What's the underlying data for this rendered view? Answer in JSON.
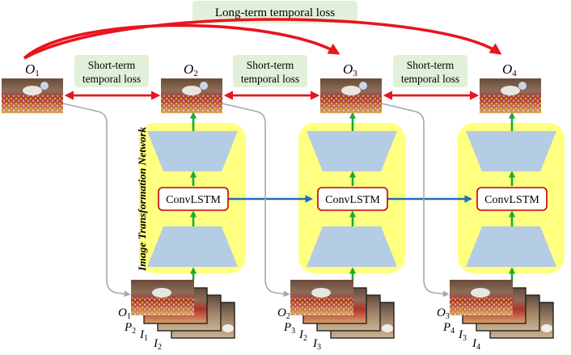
{
  "colors": {
    "background": "#ffffff",
    "loss_box": "#e2efd9",
    "panel": "#ffff80",
    "trapezoid": "#b4cce4",
    "red_arrow": "#e8141e",
    "green_arrow": "#1aaa3a",
    "blue_arrow": "#1f6fb4",
    "gray_line": "#a8a8a8",
    "convlstm_border": "#c00000"
  },
  "long_term_loss": "Long-term temporal loss",
  "short_term_loss": {
    "line1": "Short-term",
    "line2": "temporal loss"
  },
  "network_label": "Image Transformation Network",
  "block_label": "ConvLSTM",
  "outputs": [
    {
      "base": "O",
      "sub": "1"
    },
    {
      "base": "O",
      "sub": "2"
    },
    {
      "base": "O",
      "sub": "3"
    },
    {
      "base": "O",
      "sub": "4"
    }
  ],
  "input_stacks": [
    {
      "labels": [
        {
          "base": "O",
          "sub": "1"
        },
        {
          "base": "P",
          "sub": "2"
        },
        {
          "base": "I",
          "sub": "1"
        },
        {
          "base": "I",
          "sub": "2"
        }
      ]
    },
    {
      "labels": [
        {
          "base": "O",
          "sub": "2"
        },
        {
          "base": "P",
          "sub": "3"
        },
        {
          "base": "I",
          "sub": "2"
        },
        {
          "base": "I",
          "sub": "3"
        }
      ]
    },
    {
      "labels": [
        {
          "base": "O",
          "sub": "3"
        },
        {
          "base": "P",
          "sub": "4"
        },
        {
          "base": "I",
          "sub": "3"
        },
        {
          "base": "I",
          "sub": "4"
        }
      ]
    }
  ]
}
